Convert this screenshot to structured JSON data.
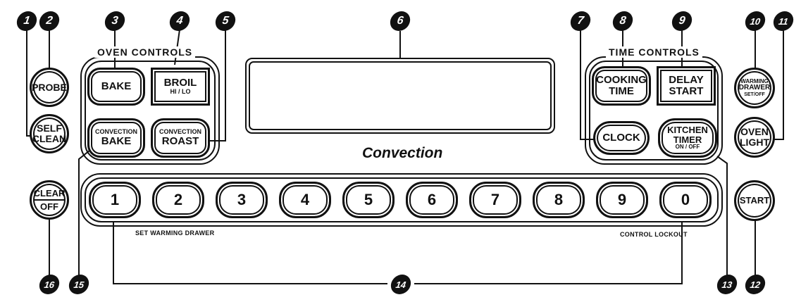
{
  "sections": {
    "oven_controls": "OVEN CONTROLS",
    "time_controls": "TIME CONTROLS"
  },
  "display_caption": "Convection",
  "buttons": {
    "probe": "PROBE",
    "self_clean_1": "SELF",
    "self_clean_2": "CLEAN",
    "clear_1": "CLEAR",
    "clear_2": "OFF",
    "bake": "BAKE",
    "broil": "BROIL",
    "broil_sub": "HI / LO",
    "conv_bake_1": "CONVECTION",
    "conv_bake_2": "BAKE",
    "conv_roast_1": "CONVECTION",
    "conv_roast_2": "ROAST",
    "cooking_time_1": "COOKING",
    "cooking_time_2": "TIME",
    "delay_start_1": "DELAY",
    "delay_start_2": "START",
    "clock": "CLOCK",
    "kitchen_timer_1": "KITCHEN",
    "kitchen_timer_2": "TIMER",
    "kitchen_timer_sub": "ON / OFF",
    "warming_1": "WARMING",
    "warming_2": "DRAWER",
    "warming_sub": "SET/OFF",
    "oven_light_1": "OVEN",
    "oven_light_2": "LIGHT",
    "start": "START"
  },
  "keypad": [
    "1",
    "2",
    "3",
    "4",
    "5",
    "6",
    "7",
    "8",
    "9",
    "0"
  ],
  "keypad_notes": {
    "left": "SET WARMING DRAWER",
    "right": "CONTROL LOCKOUT"
  },
  "callouts": [
    "1",
    "2",
    "3",
    "4",
    "5",
    "6",
    "7",
    "8",
    "9",
    "10",
    "11",
    "12",
    "13",
    "14",
    "15",
    "16"
  ]
}
